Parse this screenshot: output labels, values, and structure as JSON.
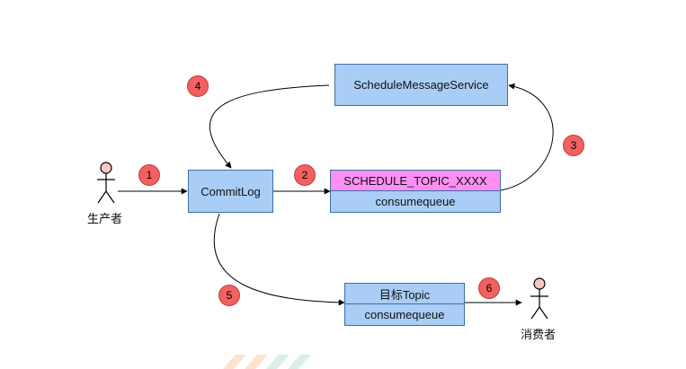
{
  "nodes": {
    "schedule_service": "ScheduleMessageService",
    "commitlog": "CommitLog",
    "schedule_topic": "SCHEDULE_TOPIC_XXXX",
    "schedule_consumequeue": "consumequeue",
    "target_topic": "目标Topic",
    "target_consumequeue": "consumequeue"
  },
  "actors": {
    "producer": "生产者",
    "consumer": "消费者"
  },
  "steps": [
    "1",
    "2",
    "3",
    "4",
    "5",
    "6"
  ],
  "colors": {
    "box_fill": "#a9cdf5",
    "box_border": "#3d6fa3",
    "topic_highlight": "#ff8ff2",
    "badge": "#f26160",
    "actor_head": "#f7c6c6"
  }
}
